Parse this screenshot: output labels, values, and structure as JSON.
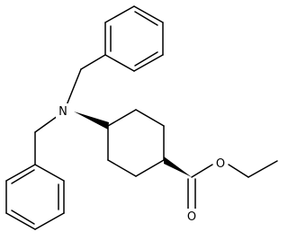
{
  "molecule": {
    "atom_labels": {
      "nitrogen": "N",
      "ester_ring_oxygen_single": "O",
      "carbonyl_oxygen": "O"
    },
    "groups": [
      "benzyl-top",
      "benzyl-bottom",
      "cyclohexane",
      "ethyl-ester"
    ],
    "stereo": {
      "c_n_bond": "bold-wedge",
      "c_ester_bond": "bold-wedge"
    },
    "colors": {
      "bond": "#000000",
      "background": "#ffffff"
    }
  }
}
